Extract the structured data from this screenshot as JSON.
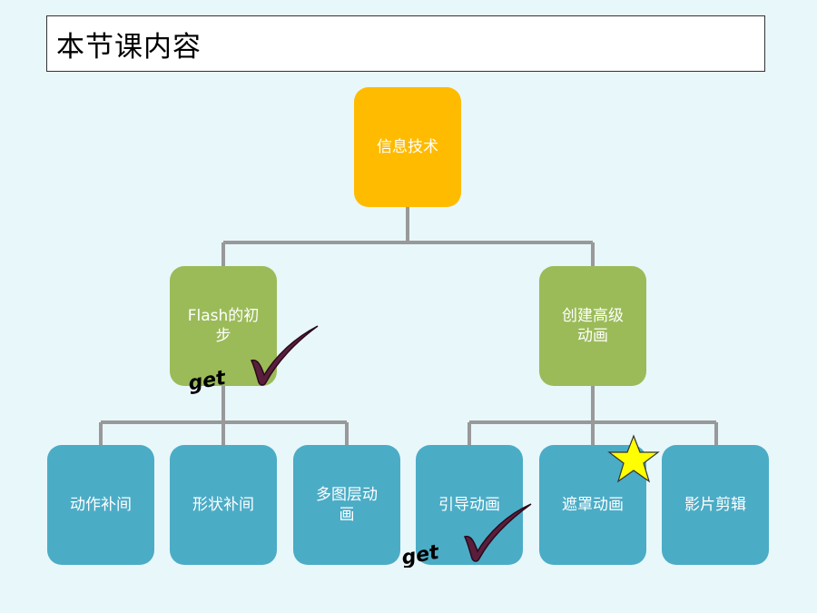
{
  "title": "本节课内容",
  "root": {
    "label": "信息技术",
    "color": "#FFBB00"
  },
  "level2": [
    {
      "label": "Flash的初步",
      "color": "#9BBB59",
      "mark": "get-check"
    },
    {
      "label": "创建高级动画",
      "color": "#9BBB59"
    }
  ],
  "level3": [
    {
      "label": "动作补间",
      "parent": "Flash的初步",
      "color": "#4BACC6"
    },
    {
      "label": "形状补间",
      "parent": "Flash的初步",
      "color": "#4BACC6"
    },
    {
      "label": "多图层动画",
      "parent": "Flash的初步",
      "color": "#4BACC6"
    },
    {
      "label": "引导动画",
      "parent": "创建高级动画",
      "color": "#4BACC6",
      "mark": "get-check"
    },
    {
      "label": "遮罩动画",
      "parent": "创建高级动画",
      "color": "#4BACC6",
      "mark": "star"
    },
    {
      "label": "影片剪辑",
      "parent": "创建高级动画",
      "color": "#4BACC6"
    }
  ],
  "annotations": {
    "get_text": "get"
  },
  "colors": {
    "background": "#E8F7FA",
    "connector": "#999999",
    "check": "#5A1E3C",
    "star": "#FFFF00"
  }
}
